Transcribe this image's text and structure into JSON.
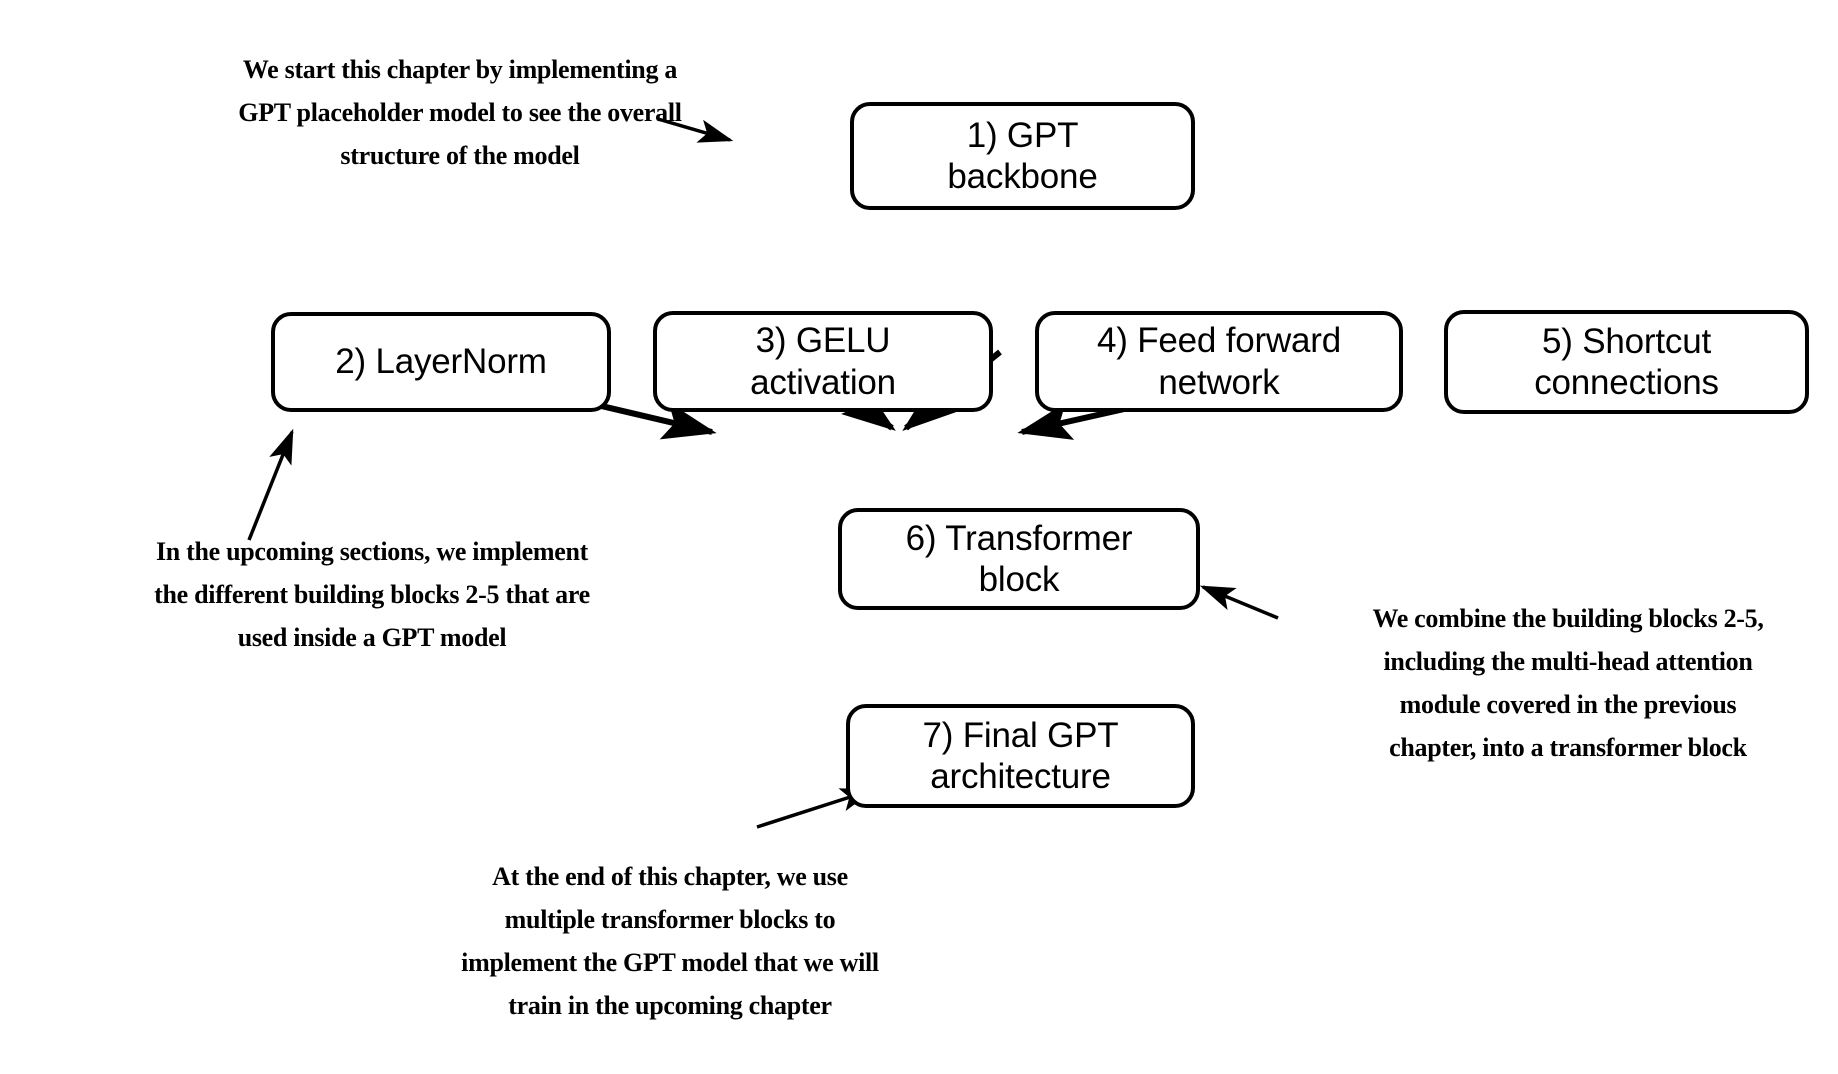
{
  "diagram": {
    "title": "Chapter overview: implementing a GPT model from scratch",
    "background_color": "#ffffff",
    "stroke_color": "#000000",
    "boxes": [
      {
        "id": "gpt-backbone",
        "label": "1) GPT\nbackbone"
      },
      {
        "id": "layernorm",
        "label": "2) LayerNorm"
      },
      {
        "id": "gelu-activation",
        "label": "3) GELU\nactivation"
      },
      {
        "id": "feed-forward",
        "label": "4) Feed forward\nnetwork"
      },
      {
        "id": "shortcut",
        "label": "5) Shortcut\nconnections"
      },
      {
        "id": "transformer-block",
        "label": "6) Transformer\nblock"
      },
      {
        "id": "final-gpt",
        "label": "7) Final GPT\narchitecture"
      }
    ],
    "annotations": [
      {
        "id": "intro-note",
        "text": "We start this chapter by implementing a\nGPT placeholder model to see the overall\nstructure of the model"
      },
      {
        "id": "building-blocks-note",
        "text": "In the upcoming sections, we implement\nthe different building blocks 2-5 that are\nused inside a GPT model"
      },
      {
        "id": "transformer-note",
        "text": "We combine the building blocks 2-5,\nincluding the multi-head attention\nmodule covered in the previous\nchapter, into a transformer block"
      },
      {
        "id": "final-note",
        "text": "At the end of this chapter, we use\nmultiple transformer blocks to\nimplement the GPT model that we will\ntrain in the upcoming chapter"
      }
    ]
  }
}
